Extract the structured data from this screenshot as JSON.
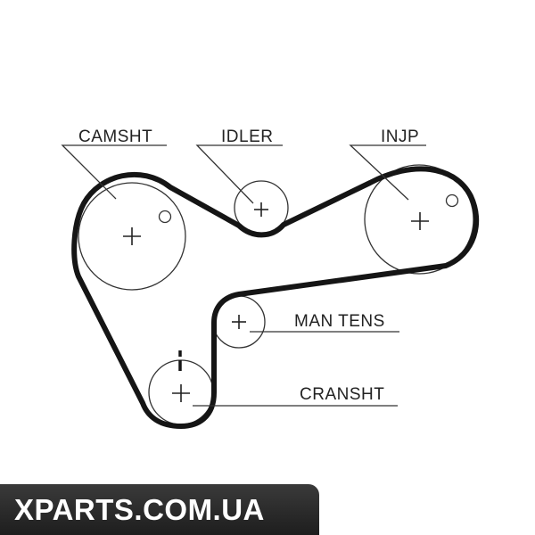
{
  "labels": {
    "camshaft": "CAMSHT",
    "idler": "IDLER",
    "injection_pump": "INJP",
    "manual_tensioner": "MAN TENS",
    "crankshaft": "CRANSHT"
  },
  "watermark": {
    "text": "XPARTS.COM.UA"
  },
  "colors": {
    "belt": "#151515",
    "line": "#333333",
    "watermark_bg": "#2a2a2a",
    "watermark_text": "#ffffff"
  }
}
